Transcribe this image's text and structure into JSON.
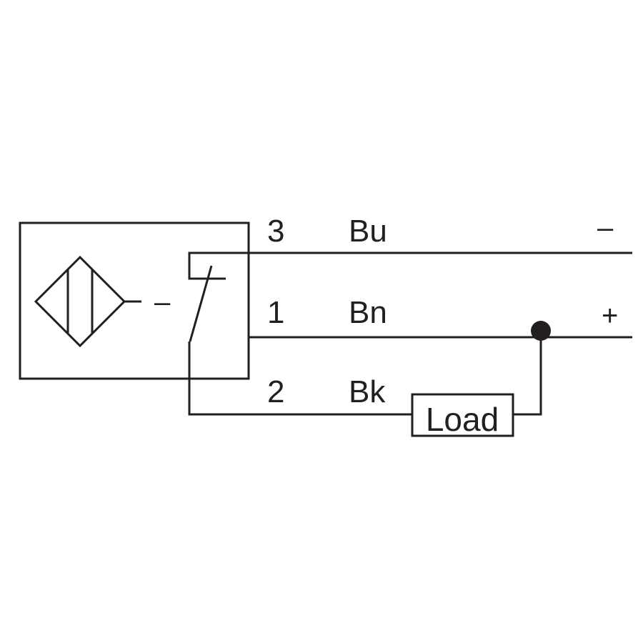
{
  "wires": [
    {
      "pin": "3",
      "color": "Bu",
      "polarity": "–"
    },
    {
      "pin": "1",
      "color": "Bn",
      "polarity": "+"
    },
    {
      "pin": "2",
      "color": "Bk",
      "polarity": ""
    }
  ],
  "load": {
    "label": "Load"
  },
  "sensor": {
    "separator": "–"
  },
  "colors": {
    "ink": "#231f20",
    "background": "#ffffff"
  },
  "icons": [
    "sensor-body",
    "inductive-coil-icon",
    "switch-contact-icon",
    "junction-dot-icon",
    "load-box"
  ]
}
